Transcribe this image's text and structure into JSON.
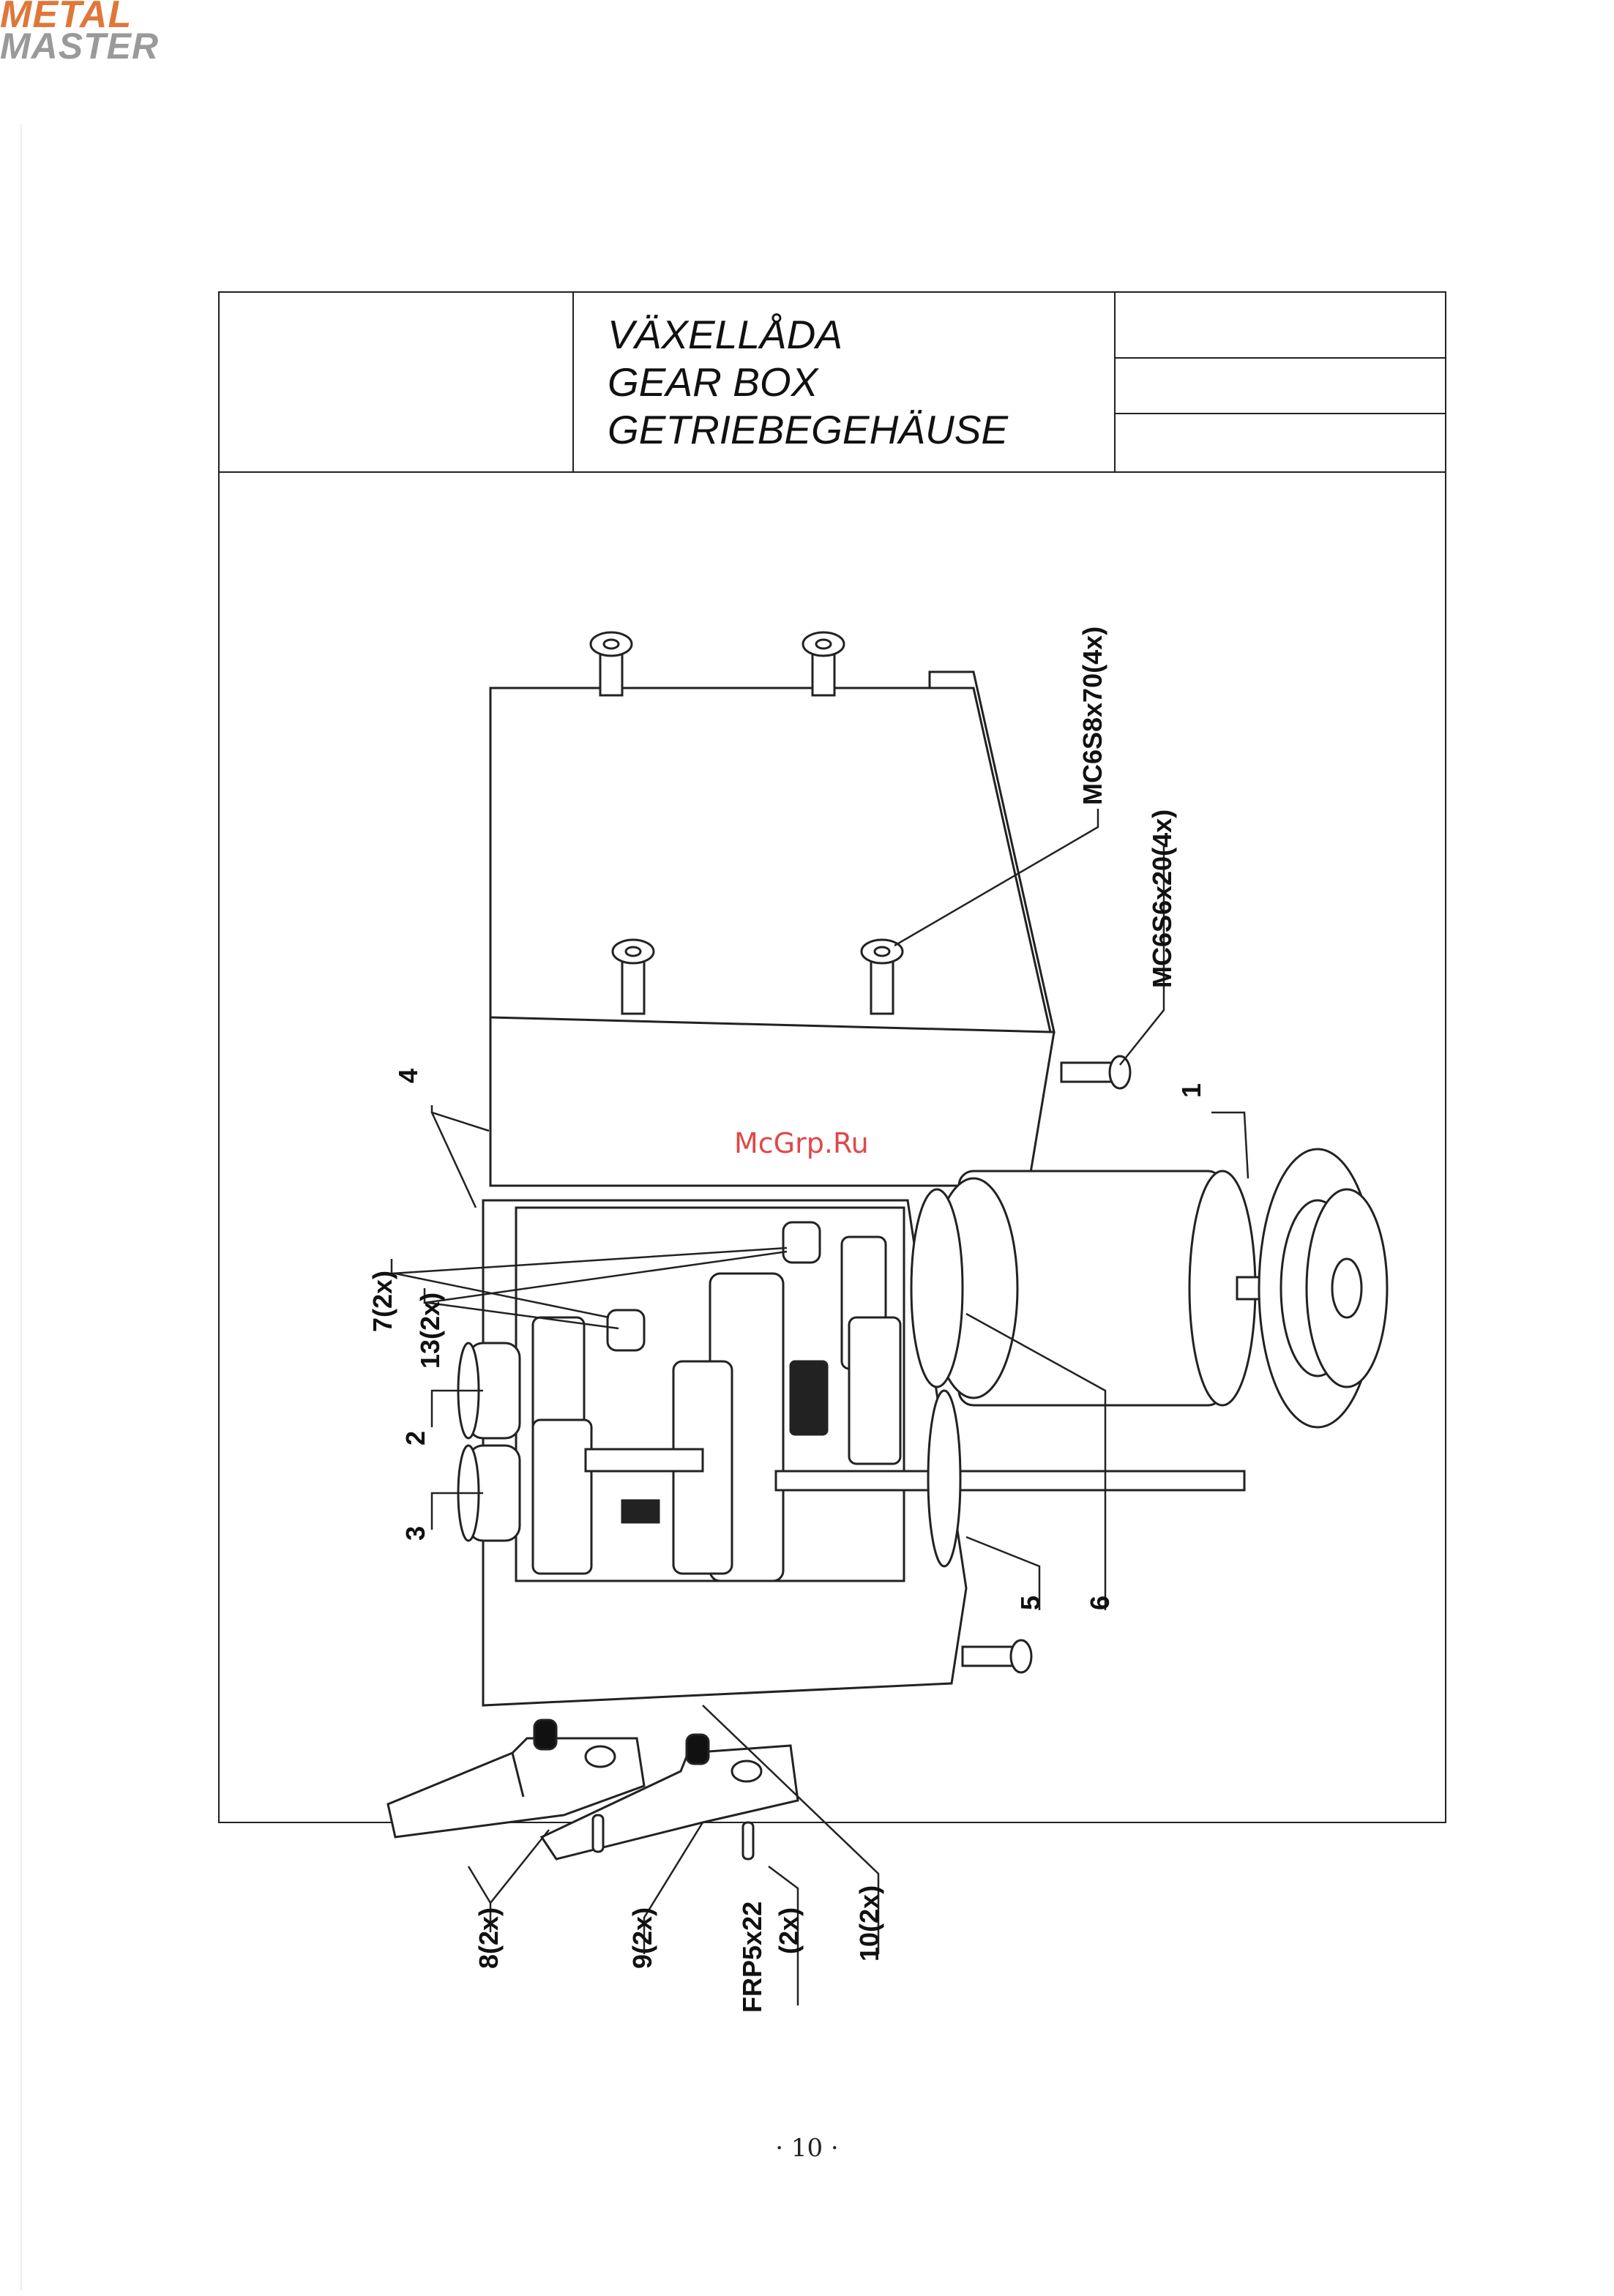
{
  "logo": {
    "line1": "METAL",
    "line2": "MASTER"
  },
  "header": {
    "title_sv": "VÄXELLÅDA",
    "title_en": "GEAR BOX",
    "title_de": "GETRIEBEGEHÄUSE"
  },
  "labels": {
    "screw_top": "MC6S8x70(4x)",
    "screw_side": "MC6S6x20(4x)",
    "part1": "1",
    "part2": "2",
    "part3": "3",
    "part4": "4",
    "part5": "5",
    "part6": "6",
    "part7": "7(2x)",
    "part13": "13(2x)",
    "part8": "8(2x)",
    "part9": "9(2x)",
    "frp": "FRP5x22",
    "frp_qty": "(2x)",
    "part10": "10(2x)"
  },
  "watermark": "McGrp.Ru",
  "page_number": "· 10 ·"
}
